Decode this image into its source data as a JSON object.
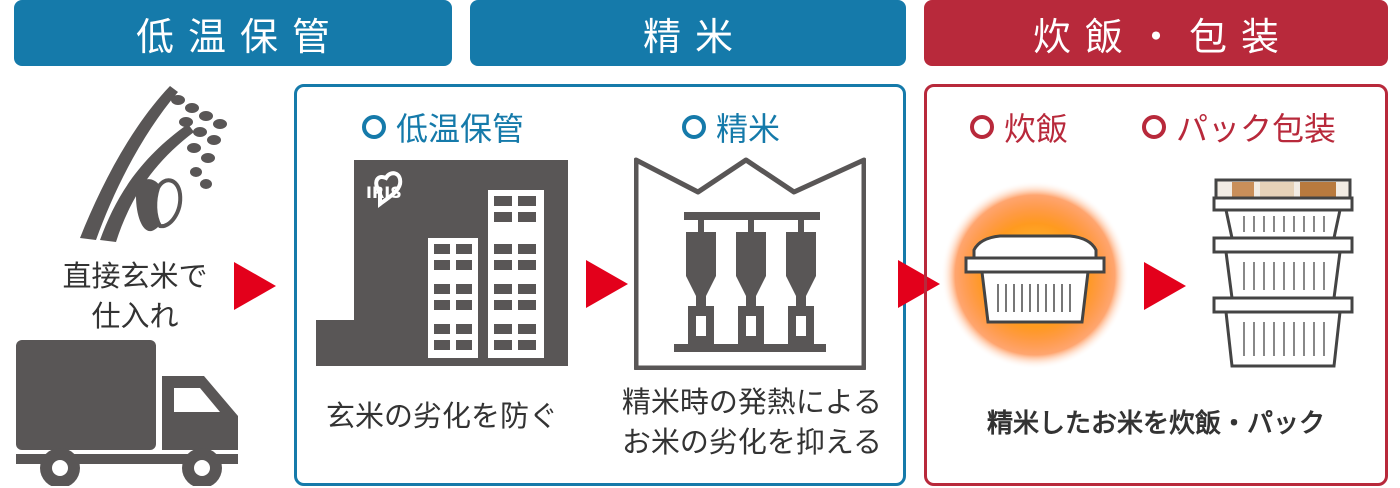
{
  "headers": {
    "storage": "低温保管",
    "milling": "精米",
    "cooking": "炊飯・包装"
  },
  "steps": {
    "storage": "低温保管",
    "milling": "精米",
    "cooking": "炊飯",
    "packing": "パック包装"
  },
  "captions": {
    "purchase": "直接玄米で\n仕入れ",
    "storage": "玄米の劣化を防ぐ",
    "milling": "精米時の発熱による\nお米の劣化を抑える",
    "cooking": "精米したお米を炊飯・パック"
  },
  "logo": "IRIS",
  "colors": {
    "blue": "#157aaa",
    "red": "#b8293b",
    "arrow": "#e3001b",
    "icon": "#595656"
  },
  "icons": [
    "rice-plant-icon",
    "truck-icon",
    "warehouse-icon",
    "factory-icon",
    "rice-tray-icon",
    "stacked-packs-icon"
  ]
}
